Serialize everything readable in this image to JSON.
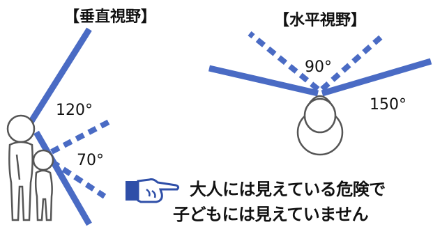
{
  "vertical_section": {
    "title": "【垂直視野】",
    "adult_angle": "120°",
    "child_angle": "70°"
  },
  "horizontal_section": {
    "title": "【水平視野】",
    "child_angle": "90°",
    "adult_angle": "150°"
  },
  "caption": {
    "line1": "大人には見えている危険で",
    "line2": "子どもには見えていません"
  },
  "colors": {
    "adult_line": "#4a6bc4",
    "child_dash": "#4a6bc4",
    "figure_outline": "#555555",
    "hand_fill": "#2f4fa8"
  },
  "icons": {
    "pointer": "pointing-hand-icon"
  }
}
